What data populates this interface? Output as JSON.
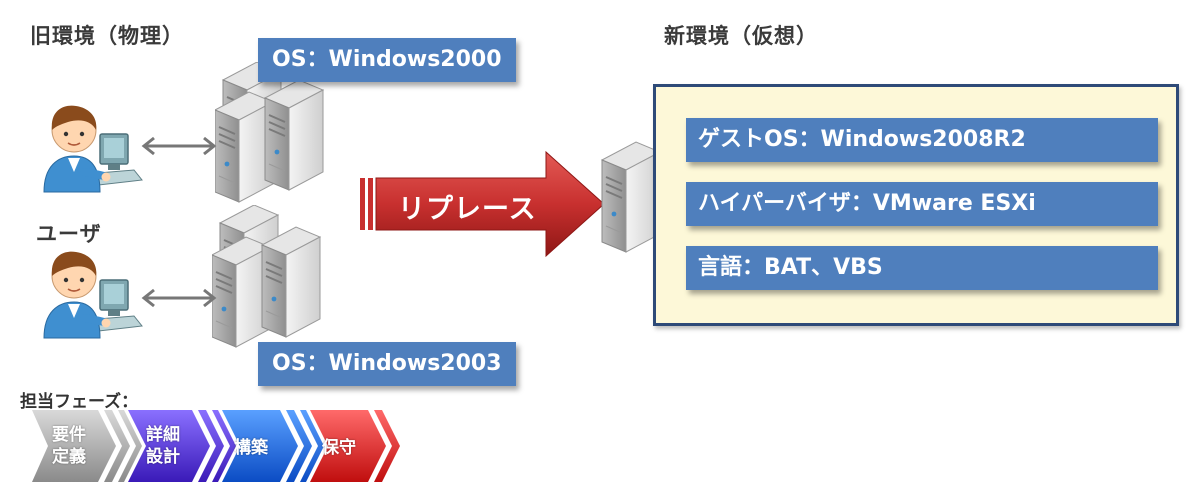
{
  "old_env": {
    "heading": "旧環境（物理）",
    "os_top": "OS：Windows2000",
    "os_bottom": "OS：Windows2003"
  },
  "user_label": "ユーザ",
  "replace_label": "リプレース",
  "new_env": {
    "heading": "新環境（仮想）",
    "guest_os": "ゲストOS：Windows2008R2",
    "hypervisor": "ハイパーバイザ：VMware ESXi",
    "language": "言語：BAT、VBS"
  },
  "phases": {
    "title": "担当フェーズ：",
    "items": [
      {
        "line1": "要件",
        "line2": "定義",
        "color": "#9a9a9a"
      },
      {
        "line1": "詳細",
        "line2": "設計",
        "color": "#5a3ad8"
      },
      {
        "line1": "構築",
        "line2": "",
        "color": "#1565e0"
      },
      {
        "line1": "保守",
        "line2": "",
        "color": "#e01b1b"
      }
    ]
  },
  "colors": {
    "label_blue": "#4f7fbd",
    "box_border": "#2e4a78",
    "box_fill": "#fdf8d8",
    "arrow_red": "#c8302f"
  }
}
